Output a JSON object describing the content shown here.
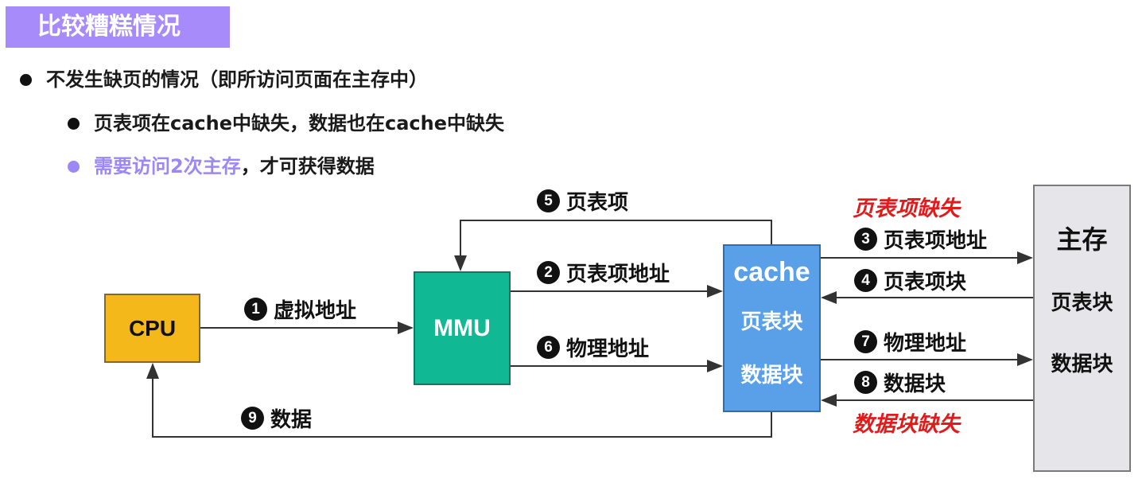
{
  "title": "比较糟糕情况",
  "bullets": {
    "level1": "不发生缺页的情况（即所访问页面在主存中）",
    "level2_a": "页表项在cache中缺失，数据也在cache中缺失",
    "level2_b_highlight": "需要访问2次主存",
    "level2_b_rest": "，才可获得数据"
  },
  "colors": {
    "title_bg": "#a78bfa",
    "highlight": "#9b87f5",
    "cpu": "#f5b81a",
    "mmu": "#10b894",
    "cache": "#5aa0e8",
    "memory": "#e6e6ea",
    "miss": "#e11b1b"
  },
  "diagram": {
    "cpu": "CPU",
    "mmu": "MMU",
    "cache": {
      "title": "cache",
      "lines": [
        "页表块",
        "数据块"
      ]
    },
    "memory": {
      "title": "主存",
      "lines": [
        "页表块",
        "数据块"
      ]
    },
    "steps": [
      {
        "n": "1",
        "text": "虚拟地址"
      },
      {
        "n": "2",
        "text": "页表项地址"
      },
      {
        "n": "3",
        "text": "页表项地址"
      },
      {
        "n": "4",
        "text": "页表项块"
      },
      {
        "n": "5",
        "text": "页表项"
      },
      {
        "n": "6",
        "text": "物理地址"
      },
      {
        "n": "7",
        "text": "物理地址"
      },
      {
        "n": "8",
        "text": "数据块"
      },
      {
        "n": "9",
        "text": "数据"
      }
    ],
    "miss_labels": [
      "页表项缺失",
      "数据块缺失"
    ]
  }
}
